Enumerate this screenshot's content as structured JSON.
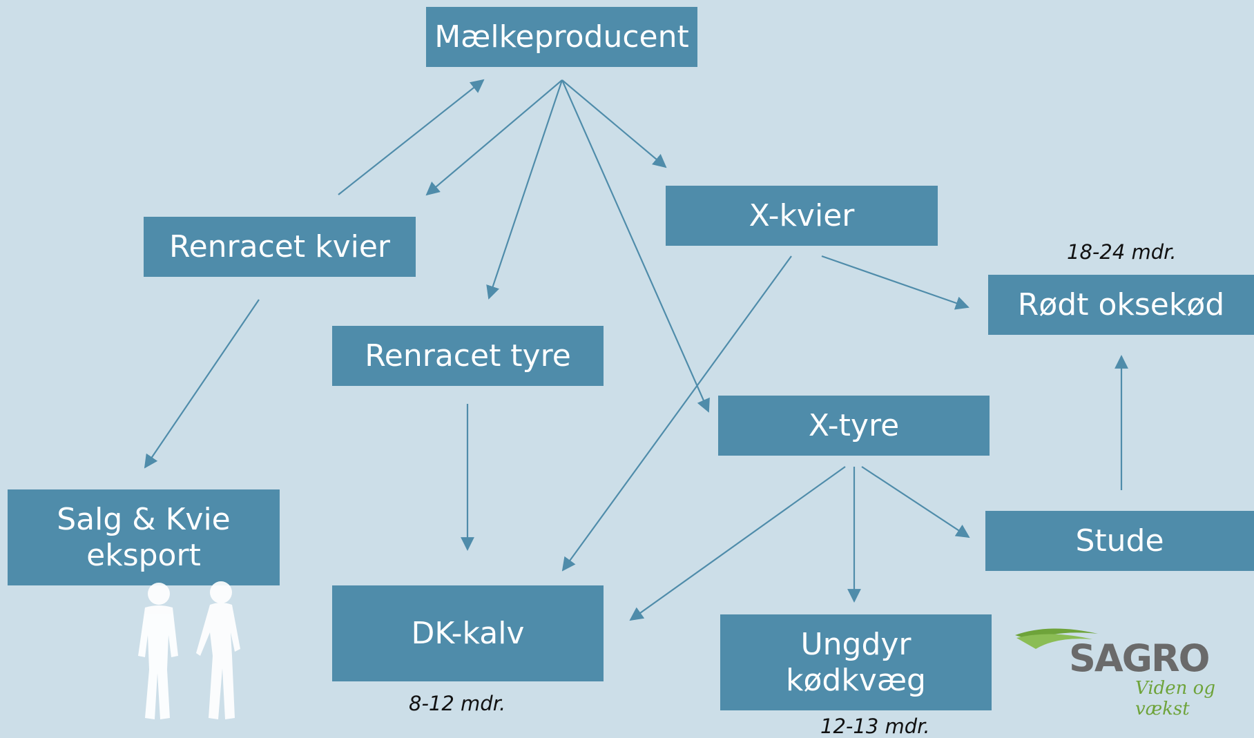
{
  "nodes": {
    "maelkeproducent": "Mælkeproducent",
    "renracet_kvier": "Renracet kvier",
    "x_kvier": "X-kvier",
    "renracet_tyre": "Renracet tyre",
    "x_tyre": "X-tyre",
    "rodt_oksekod": "Rødt oksekød",
    "salg_kvie_eksport": "Salg & Kvie\neksport",
    "dk_kalv": "DK-kalv",
    "stude": "Stude",
    "ungdyr_kodkvaeg": "Ungdyr\nkødkvæg"
  },
  "notes": {
    "rodt_oksekod_age": "18-24 mdr.",
    "dk_kalv_age": "8-12 mdr.",
    "ungdyr_age": "12-13 mdr."
  },
  "logo": {
    "name": "SAGRO",
    "tagline": "Viden og vækst"
  },
  "colors": {
    "background": "#ccdee8",
    "box": "#4f8caa",
    "arrow": "#4f8caa",
    "logo_green": "#6ea33a",
    "logo_gray": "#6a6a6a"
  }
}
